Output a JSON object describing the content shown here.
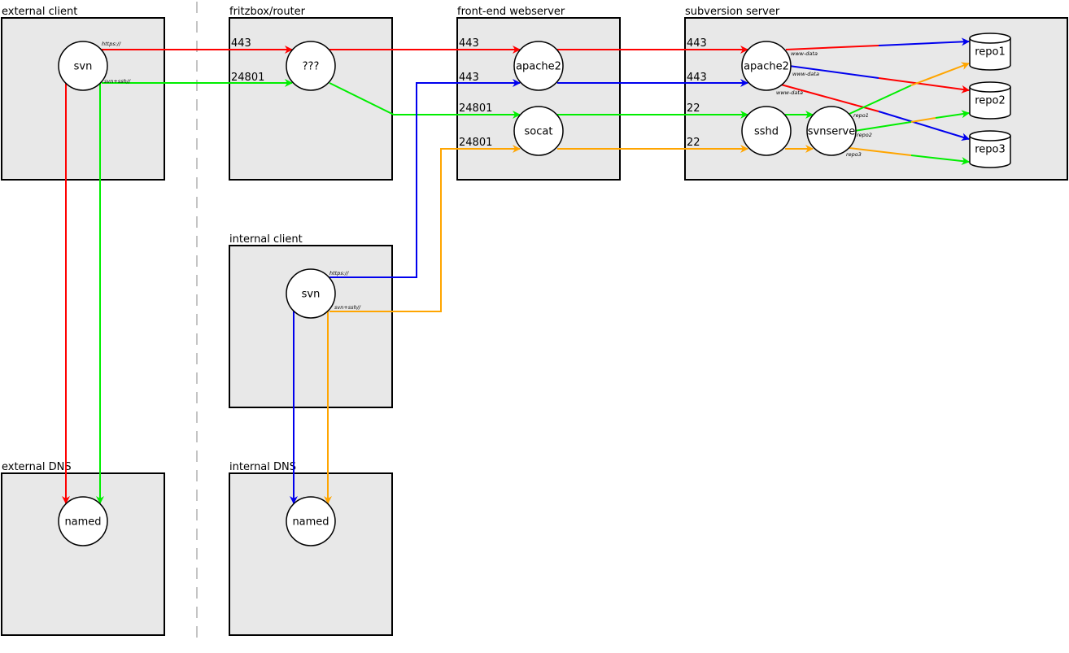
{
  "colors": {
    "red": "#ff0000",
    "green": "#00ee00",
    "blue": "#0000ee",
    "orange": "#ffa500",
    "box_fill": "#e8e8e8",
    "separator": "#b0b0b0"
  },
  "boxes": {
    "external_client": "external client",
    "router": "fritzbox/router",
    "frontend": "front-end webserver",
    "svn_server": "subversion server",
    "internal_client": "internal client",
    "external_dns": "external DNS",
    "internal_dns": "internal DNS"
  },
  "nodes": {
    "ext_svn": "svn",
    "router_node": "???",
    "fe_apache2": "apache2",
    "fe_socat": "socat",
    "svn_apache2": "apache2",
    "sshd": "sshd",
    "svnserve": "svnserve",
    "int_svn": "svn",
    "ext_named": "named",
    "int_named": "named"
  },
  "repos": [
    "repo1",
    "repo2",
    "repo3"
  ],
  "ports": {
    "router_443": "443",
    "router_24801": "24801",
    "fe_443_red": "443",
    "fe_443_blue": "443",
    "fe_24801_green": "24801",
    "fe_24801_orange": "24801",
    "svn_443_red": "443",
    "svn_443_blue": "443",
    "svn_22_green": "22",
    "svn_22_orange": "22"
  },
  "edge_labels": {
    "ext_https": "https://",
    "ext_svnssh": "svn+ssh//",
    "int_https": "https://",
    "int_svnssh": "svn+ssh//",
    "wwwdata1": "www-data",
    "wwwdata2": "www-data",
    "wwwdata3": "www-data",
    "repo1": "repo1",
    "repo2": "repo2",
    "repo3": "repo3"
  }
}
